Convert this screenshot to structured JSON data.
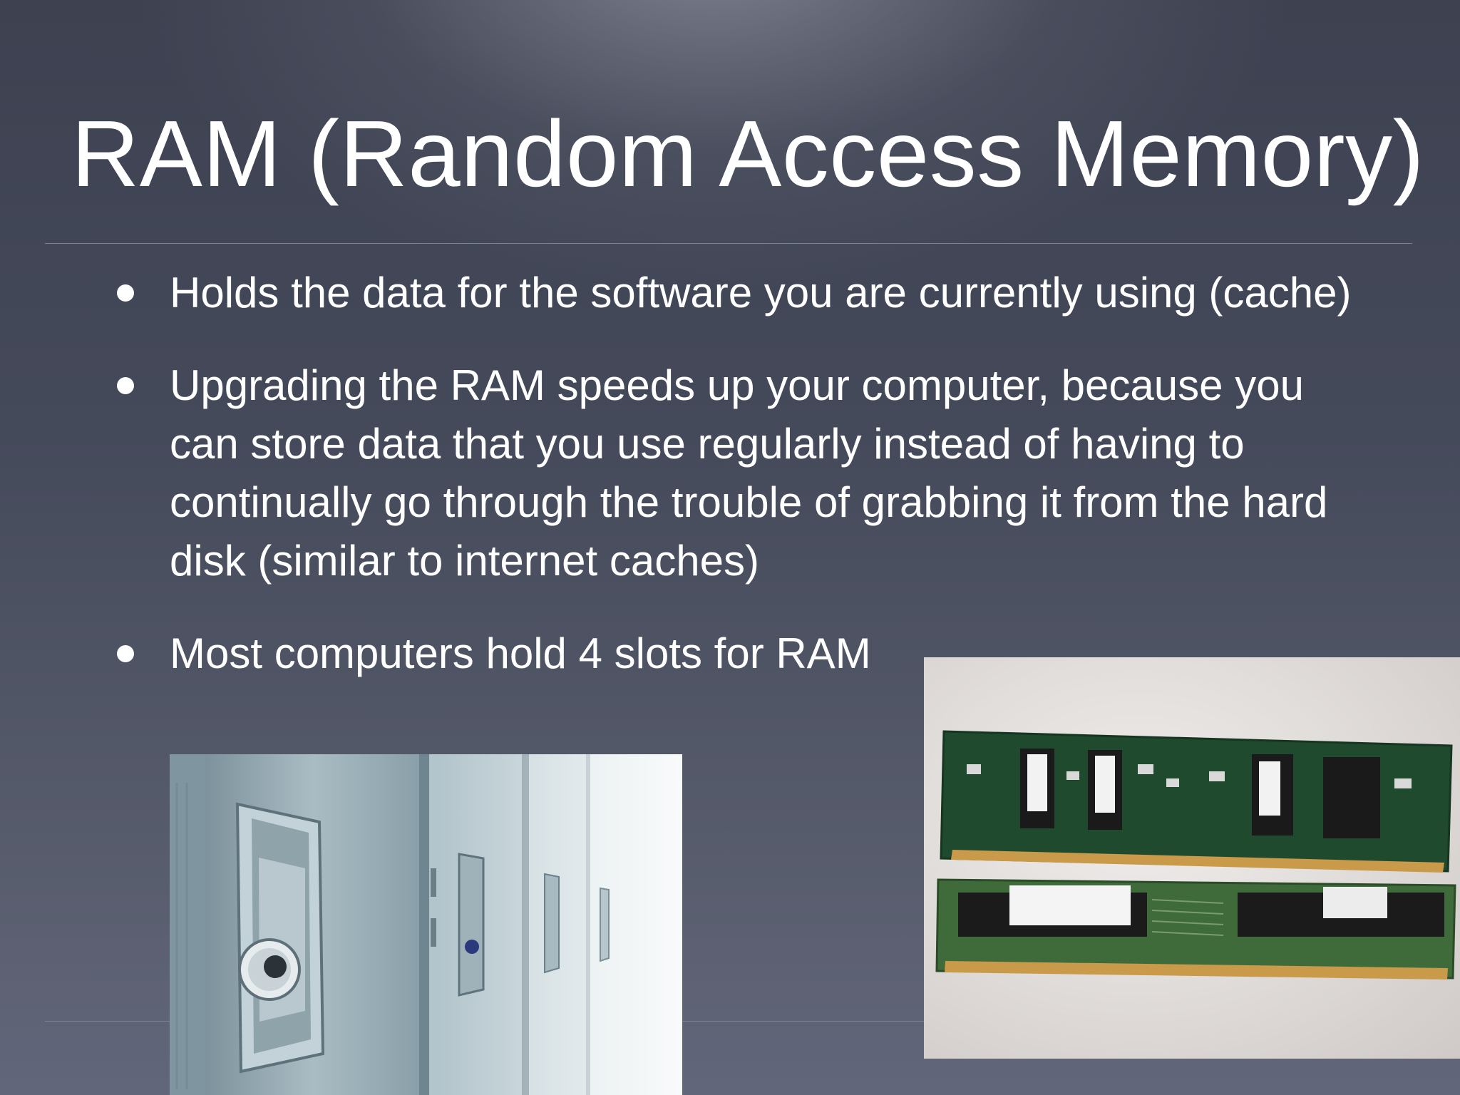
{
  "slide": {
    "title": "RAM (Random Access Memory)",
    "bullets": [
      "Holds the data for the software you are currently using (cache)",
      "Upgrading the RAM speeds up your computer, because you can store data that you use regularly instead of having to continually go through the trouble of grabbing it from the hard disk (similar to internet caches)",
      "Most computers hold 4 slots for RAM"
    ]
  },
  "images": {
    "locker": {
      "description_icon": "locker-photo-icon"
    },
    "ram": {
      "description_icon": "ram-modules-photo-icon"
    }
  },
  "colors": {
    "text": "#ffffff",
    "background_top": "#3d4150",
    "background_bottom": "#62667a",
    "pcb_dark": "#1f4a2e",
    "pcb_light": "#3f6a3a",
    "gold_contacts": "#c89a4a"
  }
}
